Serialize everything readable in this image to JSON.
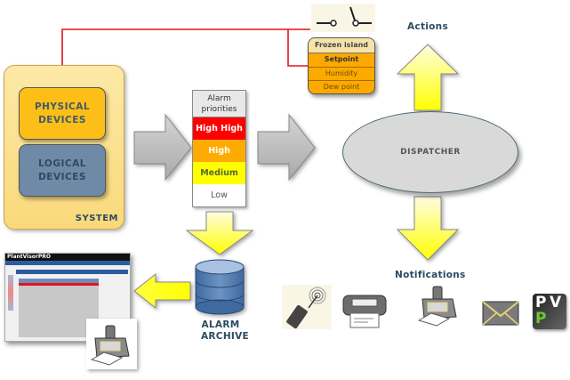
{
  "system": {
    "physical_devices": "PHYSICAL DEVICES",
    "logical_devices": "LOGICAL DEVICES",
    "label": "SYSTEM"
  },
  "alarm_priorities": {
    "title": "Alarm priorities",
    "levels": [
      {
        "label": "High High",
        "bg": "#ff0000",
        "fg": "#ffffff"
      },
      {
        "label": "High",
        "bg": "#fdab00",
        "fg": "#ffffff"
      },
      {
        "label": "Medium",
        "bg": "#ffff00",
        "fg": "#556b2f"
      },
      {
        "label": "Low",
        "bg": "#ffffff",
        "fg": "#555555"
      }
    ]
  },
  "frozen_island": {
    "title": "Frozen island",
    "items": [
      "Setpoint",
      "Humidity",
      "Dew point"
    ]
  },
  "actions_label": "Actions",
  "dispatcher_label": "DISPATCHER",
  "notifications": {
    "label": "Notifications",
    "channels": [
      "phone",
      "printer",
      "fax",
      "email",
      "plantvisor-pro"
    ]
  },
  "archive": {
    "label_line1": "ALARM",
    "label_line2": "ARCHIVE"
  },
  "screenshot": {
    "brand": "PlantVisorPRO"
  },
  "pvp_logo": {
    "p1": "P",
    "v": "V",
    "p2": "P"
  },
  "colors": {
    "link_line": "#e8121c",
    "arrow_yellow": "#ffff00",
    "arrow_gray": "#c0c0c0",
    "label_text": "#2d4a5f"
  }
}
